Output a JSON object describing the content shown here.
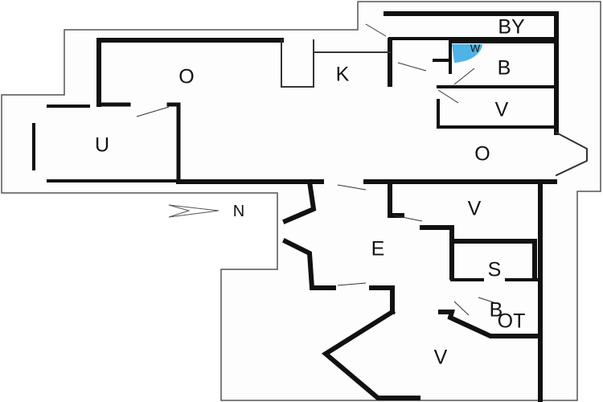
{
  "title": "Floor plan",
  "rooms": {
    "o_left": "O",
    "k": "K",
    "by": "BY",
    "w": "W",
    "b_top": "B",
    "v_top": "V",
    "u": "U",
    "o_right": "O",
    "v_mid": "V",
    "e": "E",
    "s": "S",
    "b_bottom": "B",
    "ot": "OT",
    "v_bottom": "V"
  },
  "compass": {
    "label": "N"
  },
  "colors": {
    "wall": "#111111",
    "outline": "#555555",
    "wet_area": "#4fb3e8"
  }
}
